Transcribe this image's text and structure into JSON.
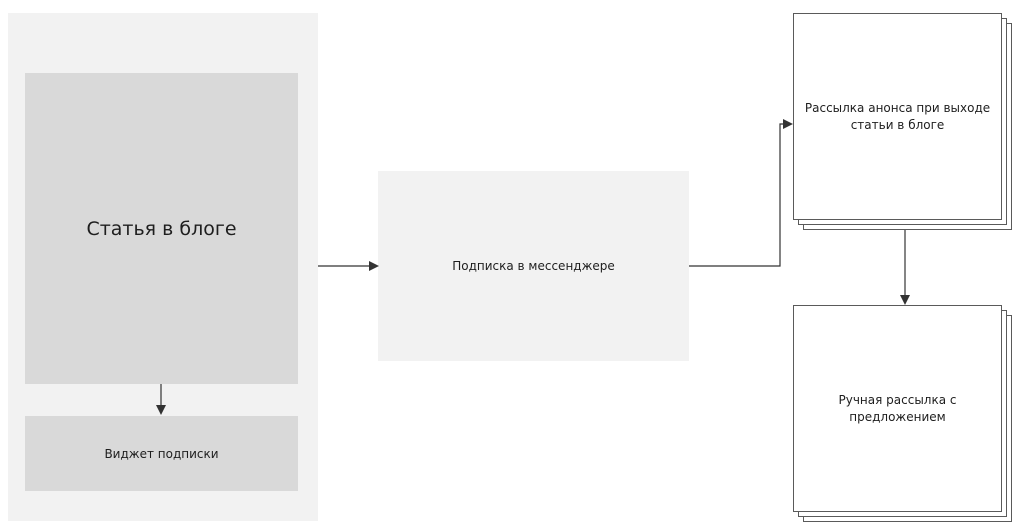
{
  "diagram": {
    "nodes": {
      "blog_article": "Статья в блоге",
      "subscribe_widget": "Виджет подписки",
      "messenger_subscription": "Подписка в мессенджере",
      "announcement_mailing": "Рассылка анонса при выходе статьи в блоге",
      "manual_mailing": "Ручная рассылка с предложением"
    },
    "colors": {
      "panel": "#f2f2f2",
      "box_dark": "#d9d9d9",
      "stroke": "#5a5a5a",
      "arrow": "#333333",
      "text": "#1e1e1e"
    }
  }
}
